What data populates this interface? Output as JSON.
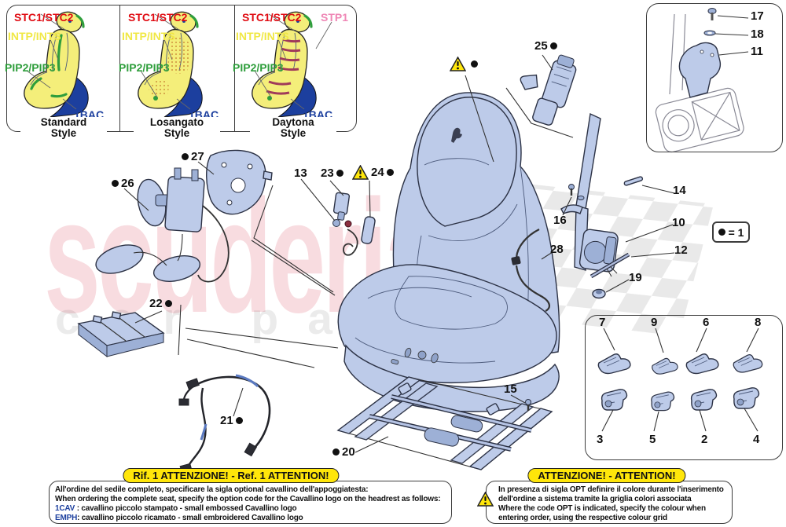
{
  "watermark": {
    "primary": "scuderia",
    "secondary": "car parts"
  },
  "legend": {
    "equals": "= 1"
  },
  "style_panels": [
    {
      "codes": {
        "stc": "STC1/STC2",
        "intp": "INTP/INTS",
        "pip": "PIP2/PIP3",
        "bac": "1BAC"
      },
      "name_line1": "Standard",
      "name_line2": "Style"
    },
    {
      "codes": {
        "stc": "STC1/STC2",
        "intp": "INTP/INTS",
        "pip": "PIP2/PIP3",
        "bac": "1BAC"
      },
      "name_line1": "Losangato",
      "name_line2": "Style"
    },
    {
      "codes": {
        "stc": "STC1/STC2",
        "stp": "STP1",
        "intp": "INTP/INTS",
        "pip": "PIP2/PIP3",
        "bac": "1BAC"
      },
      "name_line1": "Daytona",
      "name_line2": "Style"
    }
  ],
  "callouts": {
    "n2": "2",
    "n3": "3",
    "n4": "4",
    "n5": "5",
    "n6": "6",
    "n7": "7",
    "n8": "8",
    "n9": "9",
    "n10": "10",
    "n11": "11",
    "n12": "12",
    "n13": "13",
    "n14": "14",
    "n15": "15",
    "n16": "16",
    "n17": "17",
    "n18": "18",
    "n19": "19",
    "n20": "20",
    "n21": "21",
    "n22": "22",
    "n23": "23",
    "n24": "24",
    "n25": "25",
    "n26": "26",
    "n27": "27",
    "n28": "28"
  },
  "notes": {
    "left": {
      "title": "Rif. 1 ATTENZIONE! - Ref. 1 ATTENTION!",
      "line1": "All'ordine del sedile completo, specificare la sigla optional cavallino dell'appoggiatesta:",
      "line2": "When ordering the complete seat, specify the option code for the Cavallino logo on the headrest as follows:",
      "code3": "1CAV",
      "rest3": " : cavallino piccolo stampato - small embossed Cavallino logo",
      "code4": "EMPH",
      "rest4": ": cavallino piccolo ricamato - small embroidered Cavallino logo"
    },
    "right": {
      "title": "ATTENZIONE! - ATTENTION!",
      "line1": "In presenza di sigla OPT definire il colore durante l'inserimento",
      "line2": "dell'ordine a sistema tramite la griglia colori associata",
      "line3": "Where the code OPT is indicated, specify the colour when",
      "line4": "entering order, using the respective colour grid"
    }
  },
  "colors": {
    "code_red": "#e00b12",
    "code_yellow": "#f0e845",
    "code_green": "#2f9e3c",
    "code_blue": "#1c3f9e",
    "code_pink": "#ef86b5",
    "part_fill": "#bdcbe9",
    "watermark_pink": "#de5064",
    "note_yellow": "#ffe60a"
  }
}
